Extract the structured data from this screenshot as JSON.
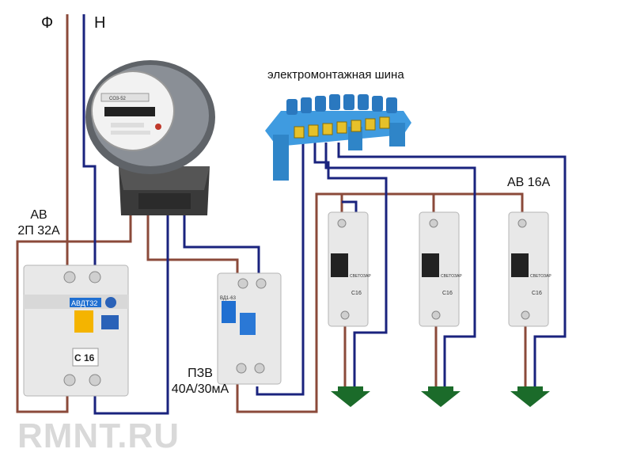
{
  "labels": {
    "phase": "Ф",
    "neutral": "Н",
    "busbar": "электромонтажная шина",
    "main_breaker_line1": "АВ",
    "main_breaker_line2": "2П 32А",
    "rcd_line1": "ПЗВ",
    "rcd_line2": "40А/30мА",
    "branch_breakers": "АВ 16А"
  },
  "device_text": {
    "meter_model": "СО3-52",
    "rcbo_brand": "АВДТ32",
    "rcbo_rating": "С 16",
    "rcd_brand": "ВД1-63",
    "breaker_brand": "СВЕТОЗАР",
    "breaker_rating": "С16"
  },
  "watermark": "RMNT.RU",
  "colors": {
    "phase_wire": "#8b4a3a",
    "neutral_wire": "#1a237e",
    "ground_arrow": "#1b6b2a",
    "busbar": "#3f9be0",
    "device_body": "#e8e8e8"
  }
}
